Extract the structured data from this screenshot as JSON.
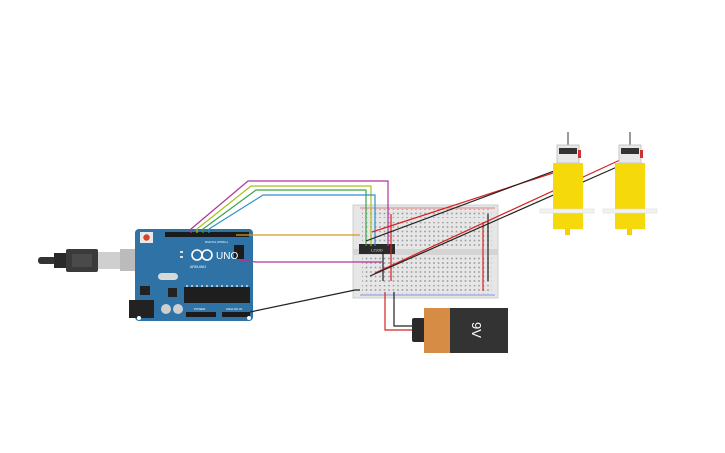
{
  "arduino": {
    "board_name": "UNO",
    "brand": "ARDUINO",
    "digital_header": "DIGITAL (PWM~)",
    "power_header": "POWER",
    "analog_header": "ANALOG IN"
  },
  "driver_chip": {
    "label": "L293D"
  },
  "battery": {
    "label": "9V"
  },
  "motors": [
    {
      "id": "motor-left"
    },
    {
      "id": "motor-right"
    }
  ],
  "colors": {
    "background": "#ffffff",
    "arduino_board": "#2f73a6",
    "breadboard": "#e6e6e6",
    "motor_body": "#f5d90a",
    "battery_top": "#333333",
    "battery_cap": "#d78c45",
    "wire_red": "#d62222",
    "wire_black": "#222222",
    "wire_purple": "#b0349c",
    "wire_yellow_green": "#a3c21c",
    "wire_green": "#39a34a",
    "wire_blue": "#2d8fd0",
    "wire_orange": "#d29a1a"
  }
}
